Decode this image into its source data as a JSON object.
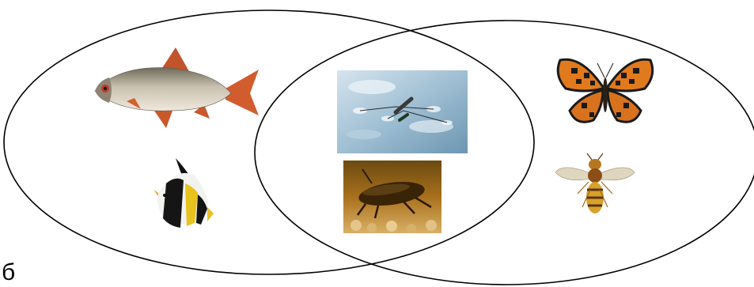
{
  "diagram": {
    "type": "venn",
    "sets": [
      {
        "id": "left",
        "members": [
          "fish-roach",
          "fish-moorish-idol"
        ]
      },
      {
        "id": "right",
        "members": [
          "butterfly",
          "wasp"
        ]
      }
    ],
    "intersection": {
      "members": [
        "water-strider",
        "diving-beetle"
      ]
    },
    "stroke_color": "#000000",
    "caption": "б"
  },
  "illustrations": [
    {
      "name": "roach-fish-image",
      "kind": "fish",
      "set": "left"
    },
    {
      "name": "moorish-idol-fish-image",
      "kind": "fish",
      "set": "left"
    },
    {
      "name": "water-strider-photo",
      "kind": "insect-on-water",
      "set": "both"
    },
    {
      "name": "diving-beetle-photo",
      "kind": "aquatic-beetle",
      "set": "both"
    },
    {
      "name": "butterfly-image",
      "kind": "insect",
      "set": "right"
    },
    {
      "name": "wasp-image",
      "kind": "insect",
      "set": "right"
    }
  ],
  "colors": {
    "water_light": "#c9dbe8",
    "water_mid": "#8fb4cc",
    "beetle_bg": "#b2741c",
    "butterfly_orange": "#e07a1d",
    "wasp_yellow": "#d8a22a"
  }
}
